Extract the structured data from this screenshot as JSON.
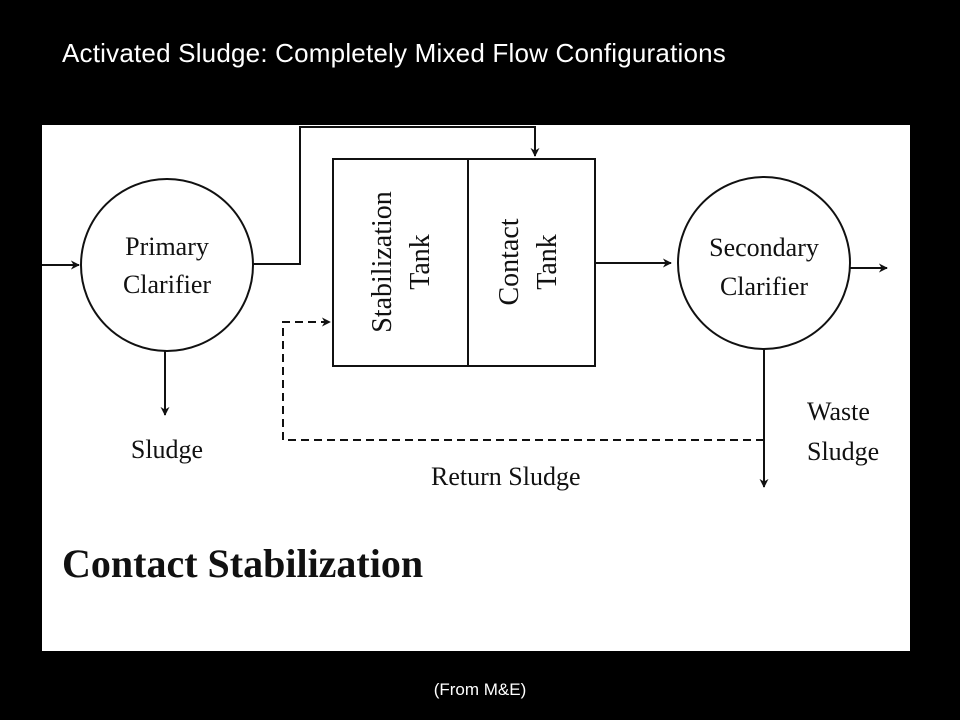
{
  "slide": {
    "title": "Activated Sludge: Completely Mixed Flow Configurations",
    "caption": "(From M&E)"
  },
  "diagram": {
    "heading": "Contact Stabilization",
    "nodes": {
      "primary_clarifier": [
        "Primary",
        "Clarifier"
      ],
      "stabilization_tank": [
        "Stabilization",
        "Tank"
      ],
      "contact_tank": [
        "Contact",
        "Tank"
      ],
      "secondary_clarifier": [
        "Secondary",
        "Clarifier"
      ]
    },
    "labels": {
      "sludge": "Sludge",
      "return_sludge": "Return Sludge",
      "waste_sludge": [
        "Waste",
        "Sludge"
      ]
    },
    "colors": {
      "line": "#111111",
      "background": "#ffffff"
    }
  }
}
